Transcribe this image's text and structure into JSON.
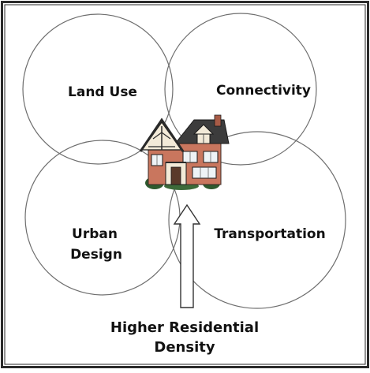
{
  "diagram": {
    "circles": {
      "land_use": "Land Use",
      "connectivity": "Connectivity",
      "urban_design_line1": "Urban",
      "urban_design_line2": "Design",
      "transportation": "Transportation"
    },
    "center_image": "house-icon",
    "arrow_label_line1": "Higher Residential",
    "arrow_label_line2": "Density"
  },
  "colors": {
    "stroke": "#6e6e6e",
    "frame": "#2b2b2b",
    "brick": "#c9765e",
    "roof": "#3c3c3c",
    "trim": "#f2ead8",
    "foliage": "#2f5a2f"
  }
}
